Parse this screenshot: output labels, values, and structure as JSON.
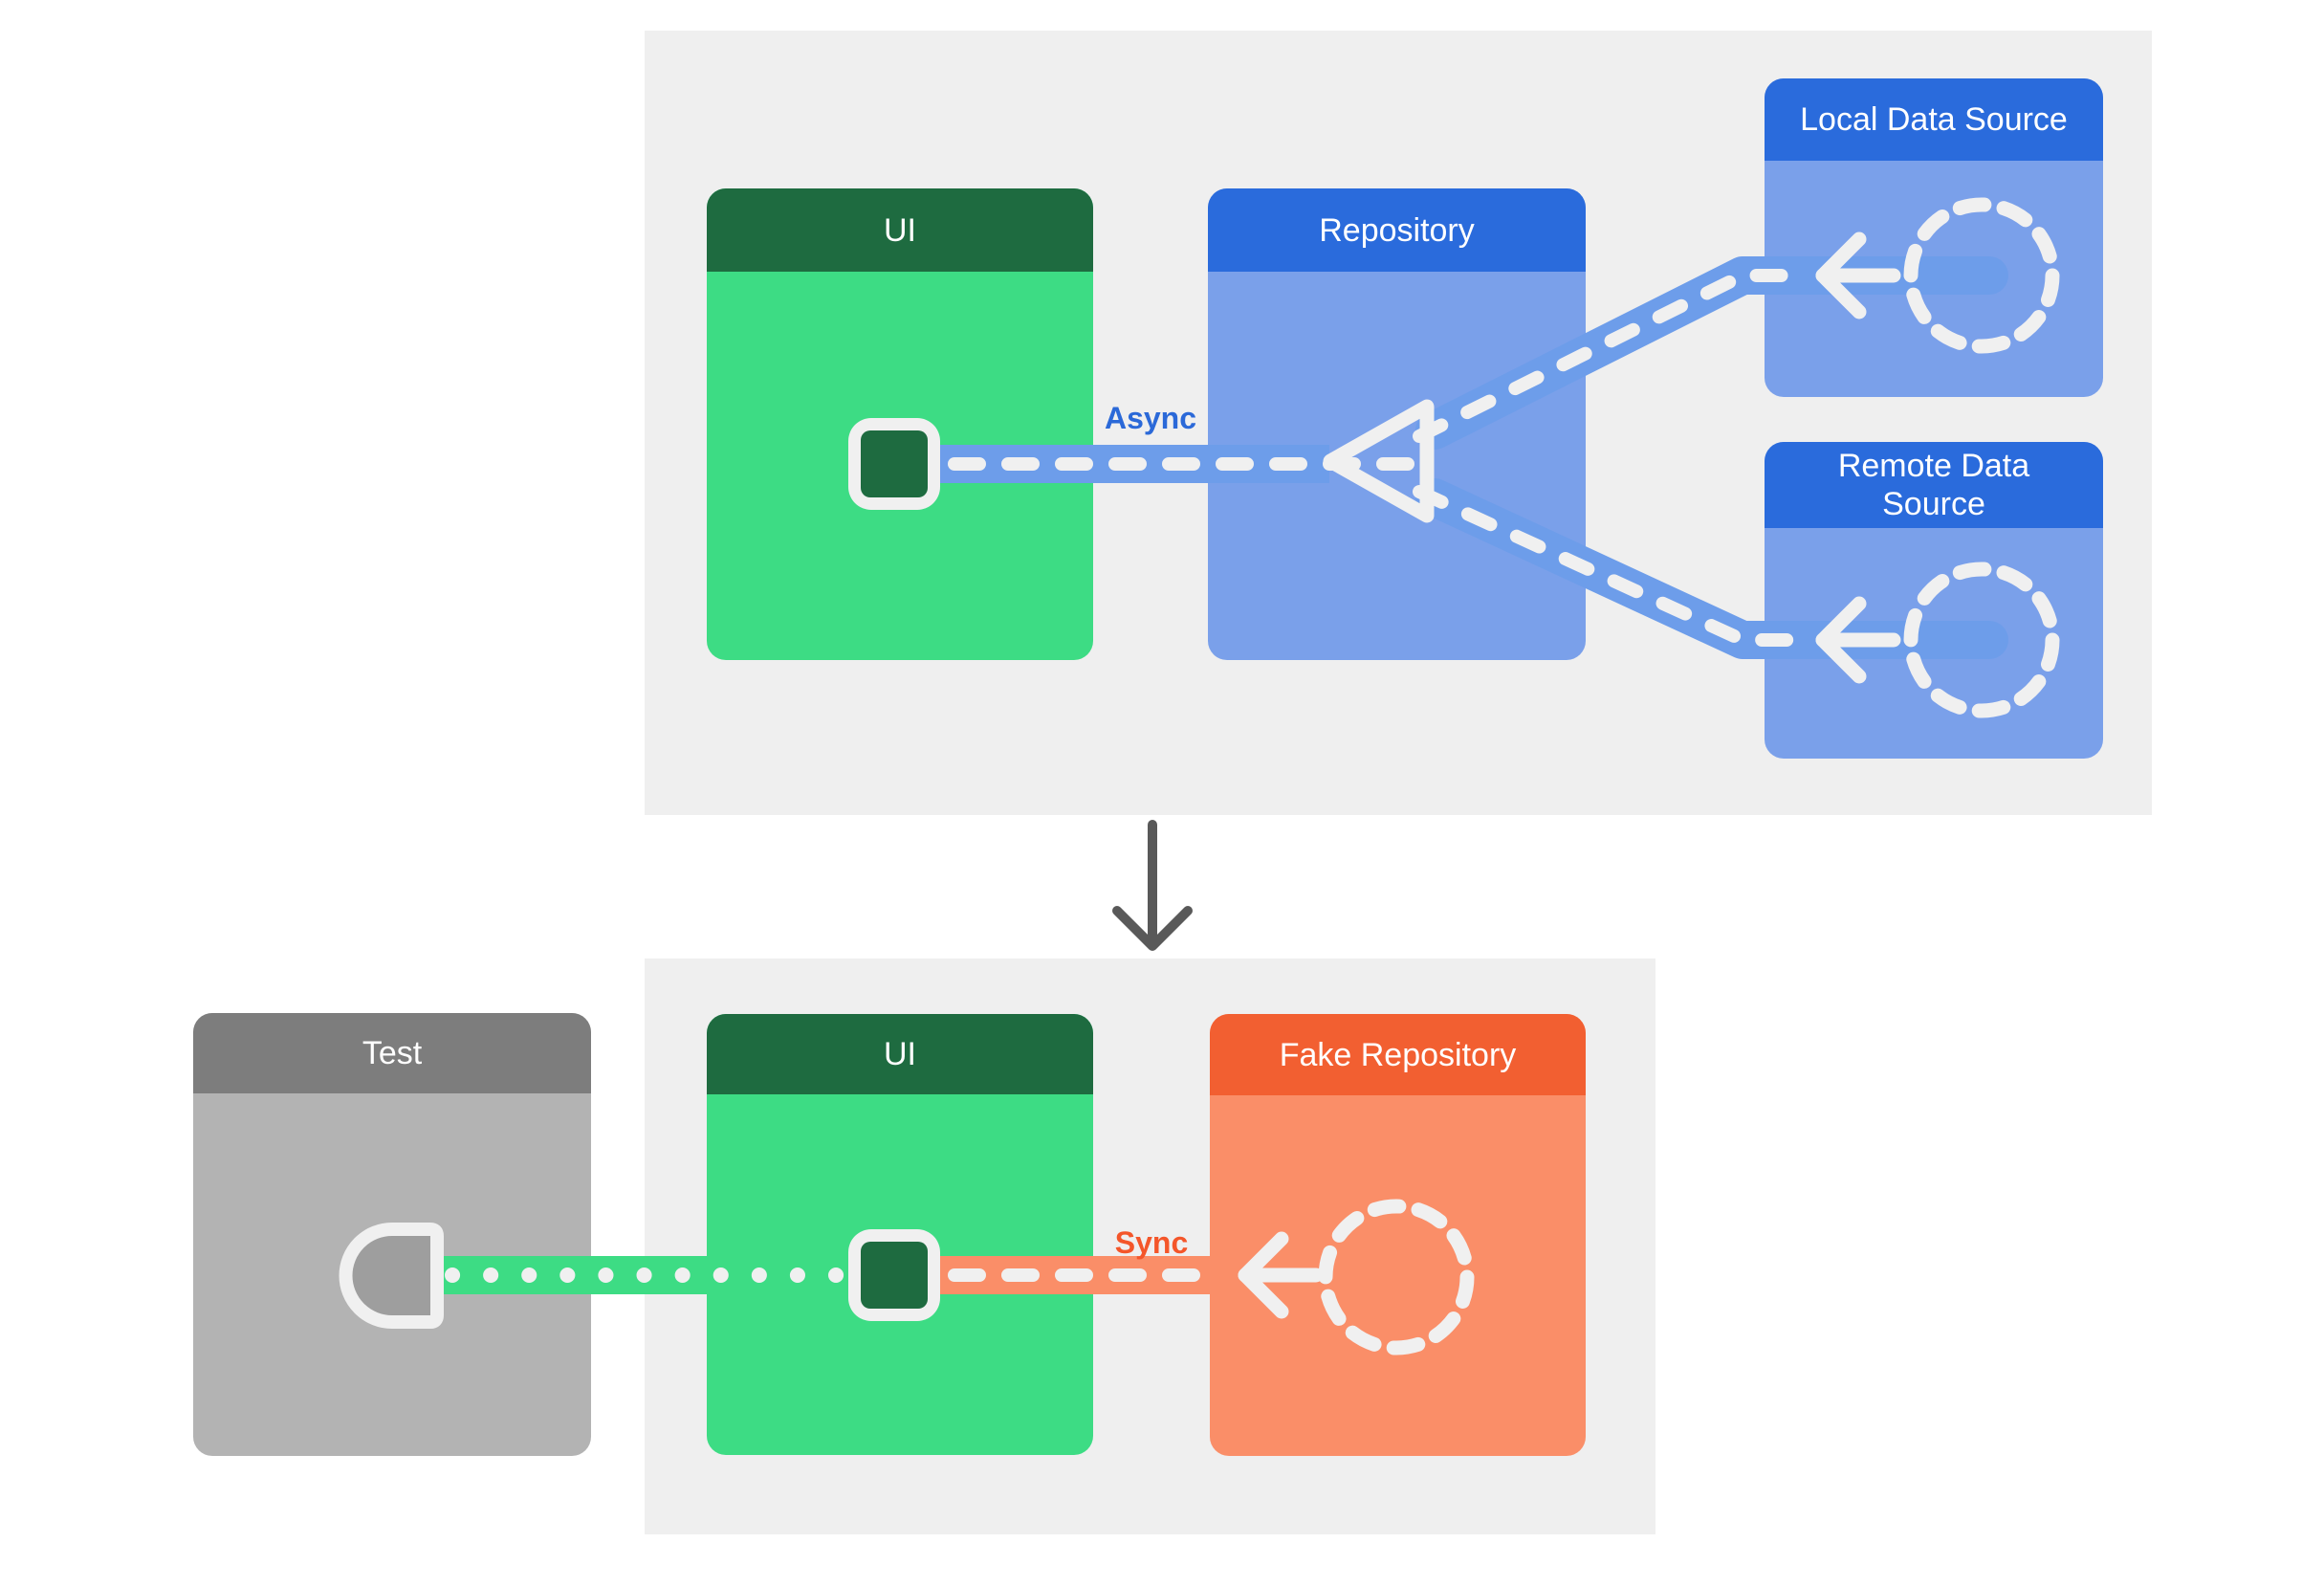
{
  "top_panel": {
    "boxes": [
      {
        "id": "ui",
        "title": "UI"
      },
      {
        "id": "repository",
        "title": "Repository"
      },
      {
        "id": "local_data_source",
        "title": "Local Data Source"
      },
      {
        "id": "remote_data_source",
        "title": "Remote Data Source"
      }
    ],
    "edge_label": "Async"
  },
  "bottom_panel": {
    "boxes": [
      {
        "id": "test",
        "title": "Test"
      },
      {
        "id": "ui",
        "title": "UI"
      },
      {
        "id": "fake_repository",
        "title": "Fake Repository"
      }
    ],
    "edge_label": "Sync"
  },
  "icons": [
    "dashed-circle-icon",
    "arrow-left-icon",
    "merge-triangle-icon",
    "plug-icon",
    "socket-icon",
    "down-arrow-icon"
  ],
  "colors": {
    "page_bg": "#ffffff",
    "panel_bg": "#efefef",
    "green_dark": "#1e6b40",
    "green": "#3ddc84",
    "blue_header": "#2a6bdc",
    "blue_body": "#7aa0ea",
    "blue_band": "#6d9dea",
    "orange_header": "#f25f31",
    "orange_body": "#fa8e68",
    "gray_header": "#7d7d7d",
    "gray_body": "#b3b3b3",
    "gray_socket_fill": "#9e9e9e",
    "stroke_white": "#f0f0f0",
    "flow_arrow_gray": "#595959",
    "async_label_color": "#2b69d8",
    "sync_label_color": "#f4562a"
  }
}
